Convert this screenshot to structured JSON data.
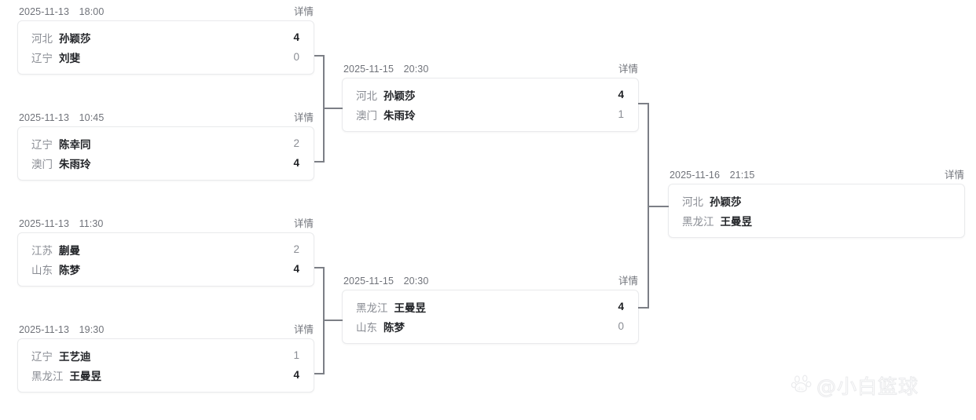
{
  "bracket": {
    "detail_label": "详情",
    "rounds": [
      {
        "name": "quarterfinals",
        "matches": [
          {
            "date": "2025-11-13",
            "time": "18:00",
            "detail": "详情",
            "teams": [
              {
                "province": "河北",
                "player": "孙颖莎",
                "score": "4",
                "winner": true
              },
              {
                "province": "辽宁",
                "player": "刘斐",
                "score": "0",
                "winner": false
              }
            ]
          },
          {
            "date": "2025-11-13",
            "time": "10:45",
            "detail": "详情",
            "teams": [
              {
                "province": "辽宁",
                "player": "陈幸同",
                "score": "2",
                "winner": false
              },
              {
                "province": "澳门",
                "player": "朱雨玲",
                "score": "4",
                "winner": true
              }
            ]
          },
          {
            "date": "2025-11-13",
            "time": "11:30",
            "detail": "详情",
            "teams": [
              {
                "province": "江苏",
                "player": "蒯曼",
                "score": "2",
                "winner": false
              },
              {
                "province": "山东",
                "player": "陈梦",
                "score": "4",
                "winner": true
              }
            ]
          },
          {
            "date": "2025-11-13",
            "time": "19:30",
            "detail": "详情",
            "teams": [
              {
                "province": "辽宁",
                "player": "王艺迪",
                "score": "1",
                "winner": false
              },
              {
                "province": "黑龙江",
                "player": "王曼昱",
                "score": "4",
                "winner": true
              }
            ]
          }
        ]
      },
      {
        "name": "semifinals",
        "matches": [
          {
            "date": "2025-11-15",
            "time": "20:30",
            "detail": "详情",
            "teams": [
              {
                "province": "河北",
                "player": "孙颖莎",
                "score": "4",
                "winner": true
              },
              {
                "province": "澳门",
                "player": "朱雨玲",
                "score": "1",
                "winner": false
              }
            ]
          },
          {
            "date": "2025-11-15",
            "time": "20:30",
            "detail": "详情",
            "teams": [
              {
                "province": "黑龙江",
                "player": "王曼昱",
                "score": "4",
                "winner": true
              },
              {
                "province": "山东",
                "player": "陈梦",
                "score": "0",
                "winner": false
              }
            ]
          }
        ]
      },
      {
        "name": "final",
        "matches": [
          {
            "date": "2025-11-16",
            "time": "21:15",
            "detail": "详情",
            "teams": [
              {
                "province": "河北",
                "player": "孙颖莎",
                "score": "",
                "winner": false
              },
              {
                "province": "黑龙江",
                "player": "王曼昱",
                "score": "",
                "winner": false
              }
            ]
          }
        ]
      }
    ]
  },
  "watermark": {
    "icon": "baidu-paw-icon",
    "text": "@小白篮球"
  },
  "colors": {
    "background": "#ffffff",
    "card_border": "#e9eaec",
    "muted_text": "#8a8d94",
    "strong_text": "#222428",
    "connector": "#7c7f86"
  }
}
